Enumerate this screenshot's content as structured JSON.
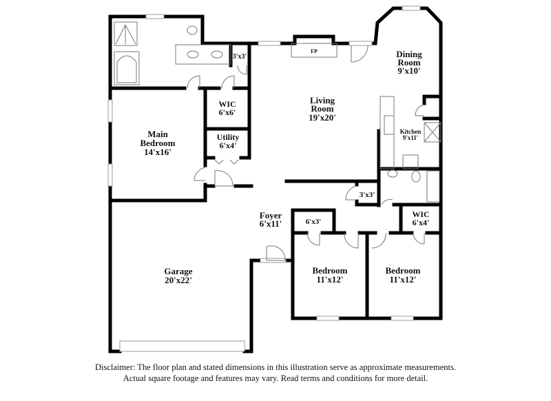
{
  "rooms": {
    "living": {
      "name": "Living Room",
      "line1": "Living",
      "line2": "Room",
      "dims": "19'x20'"
    },
    "dining": {
      "line1": "Dining",
      "line2": "Room",
      "dims": "9'x10'"
    },
    "kitchen": {
      "name": "Kitchen",
      "dims": "9'x11'"
    },
    "main_bedroom": {
      "line1": "Main",
      "line2": "Bedroom",
      "dims": "14'x16'"
    },
    "wic_main": {
      "name": "WIC",
      "dims": "6'x6'"
    },
    "utility": {
      "name": "Utility",
      "dims": "6'x4'"
    },
    "closet_bath": {
      "dims": "3'x3'"
    },
    "closet_hall": {
      "dims": "3'x3'"
    },
    "closet_bed": {
      "dims": "6'x3'"
    },
    "wic_bed": {
      "name": "WIC",
      "dims": "6'x4'"
    },
    "foyer": {
      "name": "Foyer",
      "dims": "6'x11'"
    },
    "garage": {
      "name": "Garage",
      "dims": "20'x22'"
    },
    "bedroom2": {
      "name": "Bedroom",
      "dims": "11'x12'"
    },
    "bedroom3": {
      "name": "Bedroom",
      "dims": "11'x12'"
    },
    "fireplace": {
      "name": "FP"
    }
  },
  "disclaimer": {
    "line1": "Disclaimer: The floor plan and stated dimensions in this illustration serve as approximate measurements.",
    "line2": "Actual square footage and features may vary. Read terms and conditions for more detail."
  }
}
